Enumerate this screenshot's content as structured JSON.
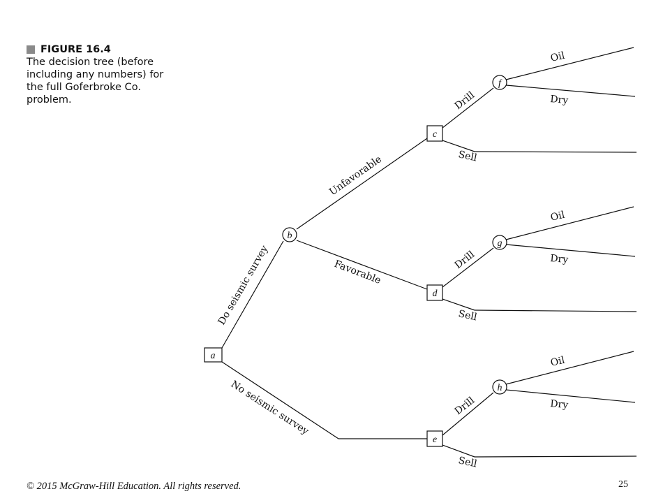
{
  "caption": {
    "figure_label": "FIGURE 16.4",
    "text": "The decision tree (before including any numbers) for the full Goferbroke Co. problem."
  },
  "footer": {
    "copyright": "© 2015 McGraw-Hill Education. All rights reserved.",
    "page_number": "25"
  },
  "tree": {
    "nodes": [
      {
        "id": "a",
        "kind": "decision"
      },
      {
        "id": "b",
        "kind": "chance"
      },
      {
        "id": "c",
        "kind": "decision"
      },
      {
        "id": "d",
        "kind": "decision"
      },
      {
        "id": "e",
        "kind": "decision"
      },
      {
        "id": "f",
        "kind": "chance"
      },
      {
        "id": "g",
        "kind": "chance"
      },
      {
        "id": "h",
        "kind": "chance"
      }
    ],
    "branch_labels": {
      "do_survey": "Do seismic survey",
      "no_survey": "No seismic survey",
      "unfavorable": "Unfavorable",
      "favorable": "Favorable",
      "drill": "Drill",
      "sell": "Sell",
      "oil": "Oil",
      "dry": "Dry"
    }
  }
}
